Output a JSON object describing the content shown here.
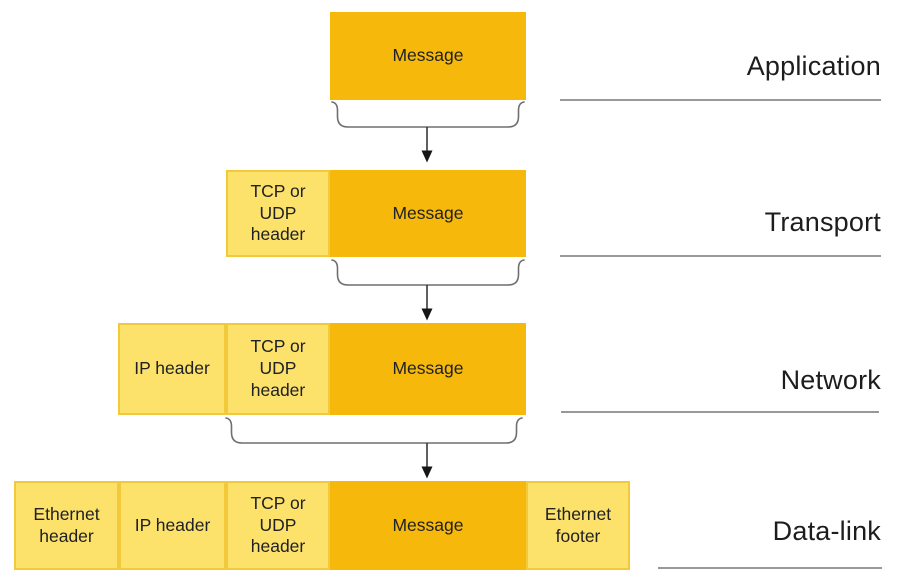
{
  "colors": {
    "message_fill": "#F6B90B",
    "header_fill": "#FCE26B",
    "header_rim": "#E9B00E",
    "bracket_stroke": "#6F6F6F",
    "arrow_color": "#2B2B2B",
    "box_text": "#202124",
    "layer_label_text": "#1D1D1D",
    "underline": "#97999C",
    "background": "#FFFFFF"
  },
  "icons": {
    "down_arrow": "▼",
    "group_bracket": "⎵"
  },
  "rows": [
    {
      "layer_label": "Application",
      "segments": [
        {
          "name": "message",
          "label": "Message"
        }
      ]
    },
    {
      "layer_label": "Transport",
      "segments": [
        {
          "name": "tcp-udp-header",
          "label": "TCP or UDP header"
        },
        {
          "name": "message",
          "label": "Message"
        }
      ]
    },
    {
      "layer_label": "Network",
      "segments": [
        {
          "name": "ip-header",
          "label": "IP header"
        },
        {
          "name": "tcp-udp-header",
          "label": "TCP or UDP header"
        },
        {
          "name": "message",
          "label": "Message"
        }
      ]
    },
    {
      "layer_label": "Data-link",
      "segments": [
        {
          "name": "ethernet-header",
          "label": "Ethernet header"
        },
        {
          "name": "ip-header",
          "label": "IP header"
        },
        {
          "name": "tcp-udp-header",
          "label": "TCP or UDP header"
        },
        {
          "name": "message",
          "label": "Message"
        },
        {
          "name": "ethernet-footer",
          "label": "Ethernet footer"
        }
      ]
    }
  ]
}
